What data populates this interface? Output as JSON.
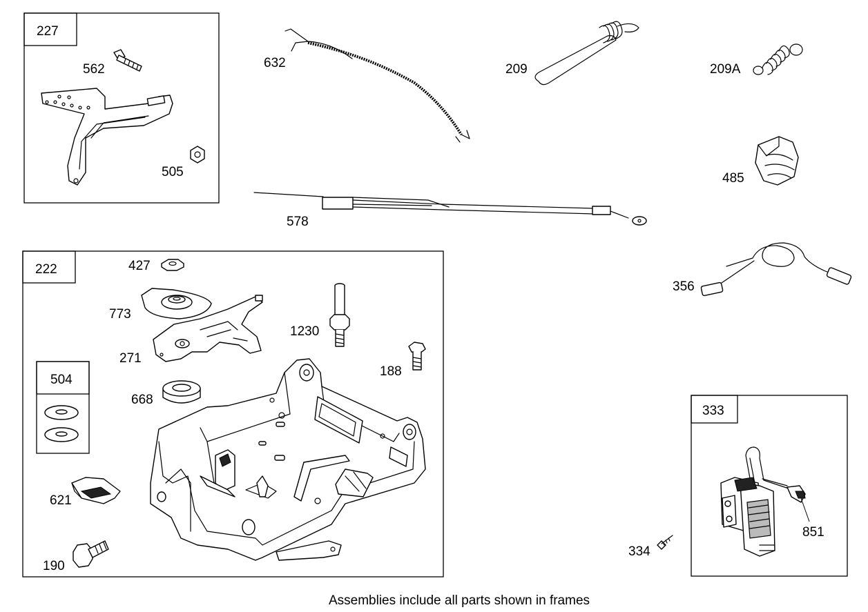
{
  "caption": "Assemblies include all parts shown in frames",
  "frames": {
    "f227": "227",
    "f222": "222",
    "f504": "504",
    "f333": "333"
  },
  "parts": {
    "p562": "562",
    "p505": "505",
    "p632": "632",
    "p209": "209",
    "p209a": "209A",
    "p485": "485",
    "p578": "578",
    "p356": "356",
    "p427": "427",
    "p773": "773",
    "p271": "271",
    "p1230": "1230",
    "p188": "188",
    "p668": "668",
    "p621": "621",
    "p190": "190",
    "p334": "334",
    "p851": "851"
  }
}
